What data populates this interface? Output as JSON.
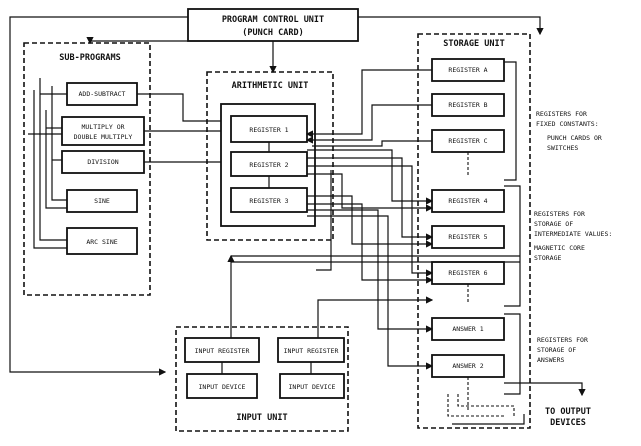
{
  "program_control": {
    "line1": "PROGRAM CONTROL UNIT",
    "line2": "(PUNCH CARD)"
  },
  "subprograms": {
    "title": "SUB-PROGRAMS",
    "add_subtract": "ADD-SUBTRACT",
    "multiply_line1": "MULTIPLY OR",
    "multiply_line2": "DOUBLE MULTIPLY",
    "division": "DIVISION",
    "sine": "SINE",
    "arc_sine": "ARC SINE"
  },
  "arithmetic": {
    "title": "ARITHMETIC UNIT",
    "register1": "REGISTER 1",
    "register2": "REGISTER 2",
    "register3": "REGISTER 3"
  },
  "storage": {
    "title": "STORAGE UNIT",
    "register_a": "REGISTER A",
    "register_b": "REGISTER B",
    "register_c": "REGISTER C",
    "register_4": "REGISTER 4",
    "register_5": "REGISTER 5",
    "register_6": "REGISTER 6",
    "answer_1": "ANSWER 1",
    "answer_2": "ANSWER 2"
  },
  "notes": {
    "fixed_line1": "REGISTERS FOR",
    "fixed_line2": "FIXED CONSTANTS:",
    "fixed_line3": "PUNCH CARDS OR",
    "fixed_line4": "SWITCHES",
    "inter_line1": "REGISTERS FOR",
    "inter_line2": "STORAGE OF",
    "inter_line3": "INTERMEDIATE VALUES:",
    "inter_line4": "MAGNETIC CORE",
    "inter_line5": "STORAGE",
    "ans_line1": "REGISTERS FOR",
    "ans_line2": "STORAGE OF",
    "ans_line3": "ANSWERS"
  },
  "input": {
    "title": "INPUT UNIT",
    "register_left": "INPUT REGISTER",
    "register_right": "INPUT REGISTER",
    "device_left": "INPUT DEVICE",
    "device_right": "INPUT DEVICE"
  },
  "output": {
    "line1": "TO OUTPUT",
    "line2": "DEVICES"
  }
}
